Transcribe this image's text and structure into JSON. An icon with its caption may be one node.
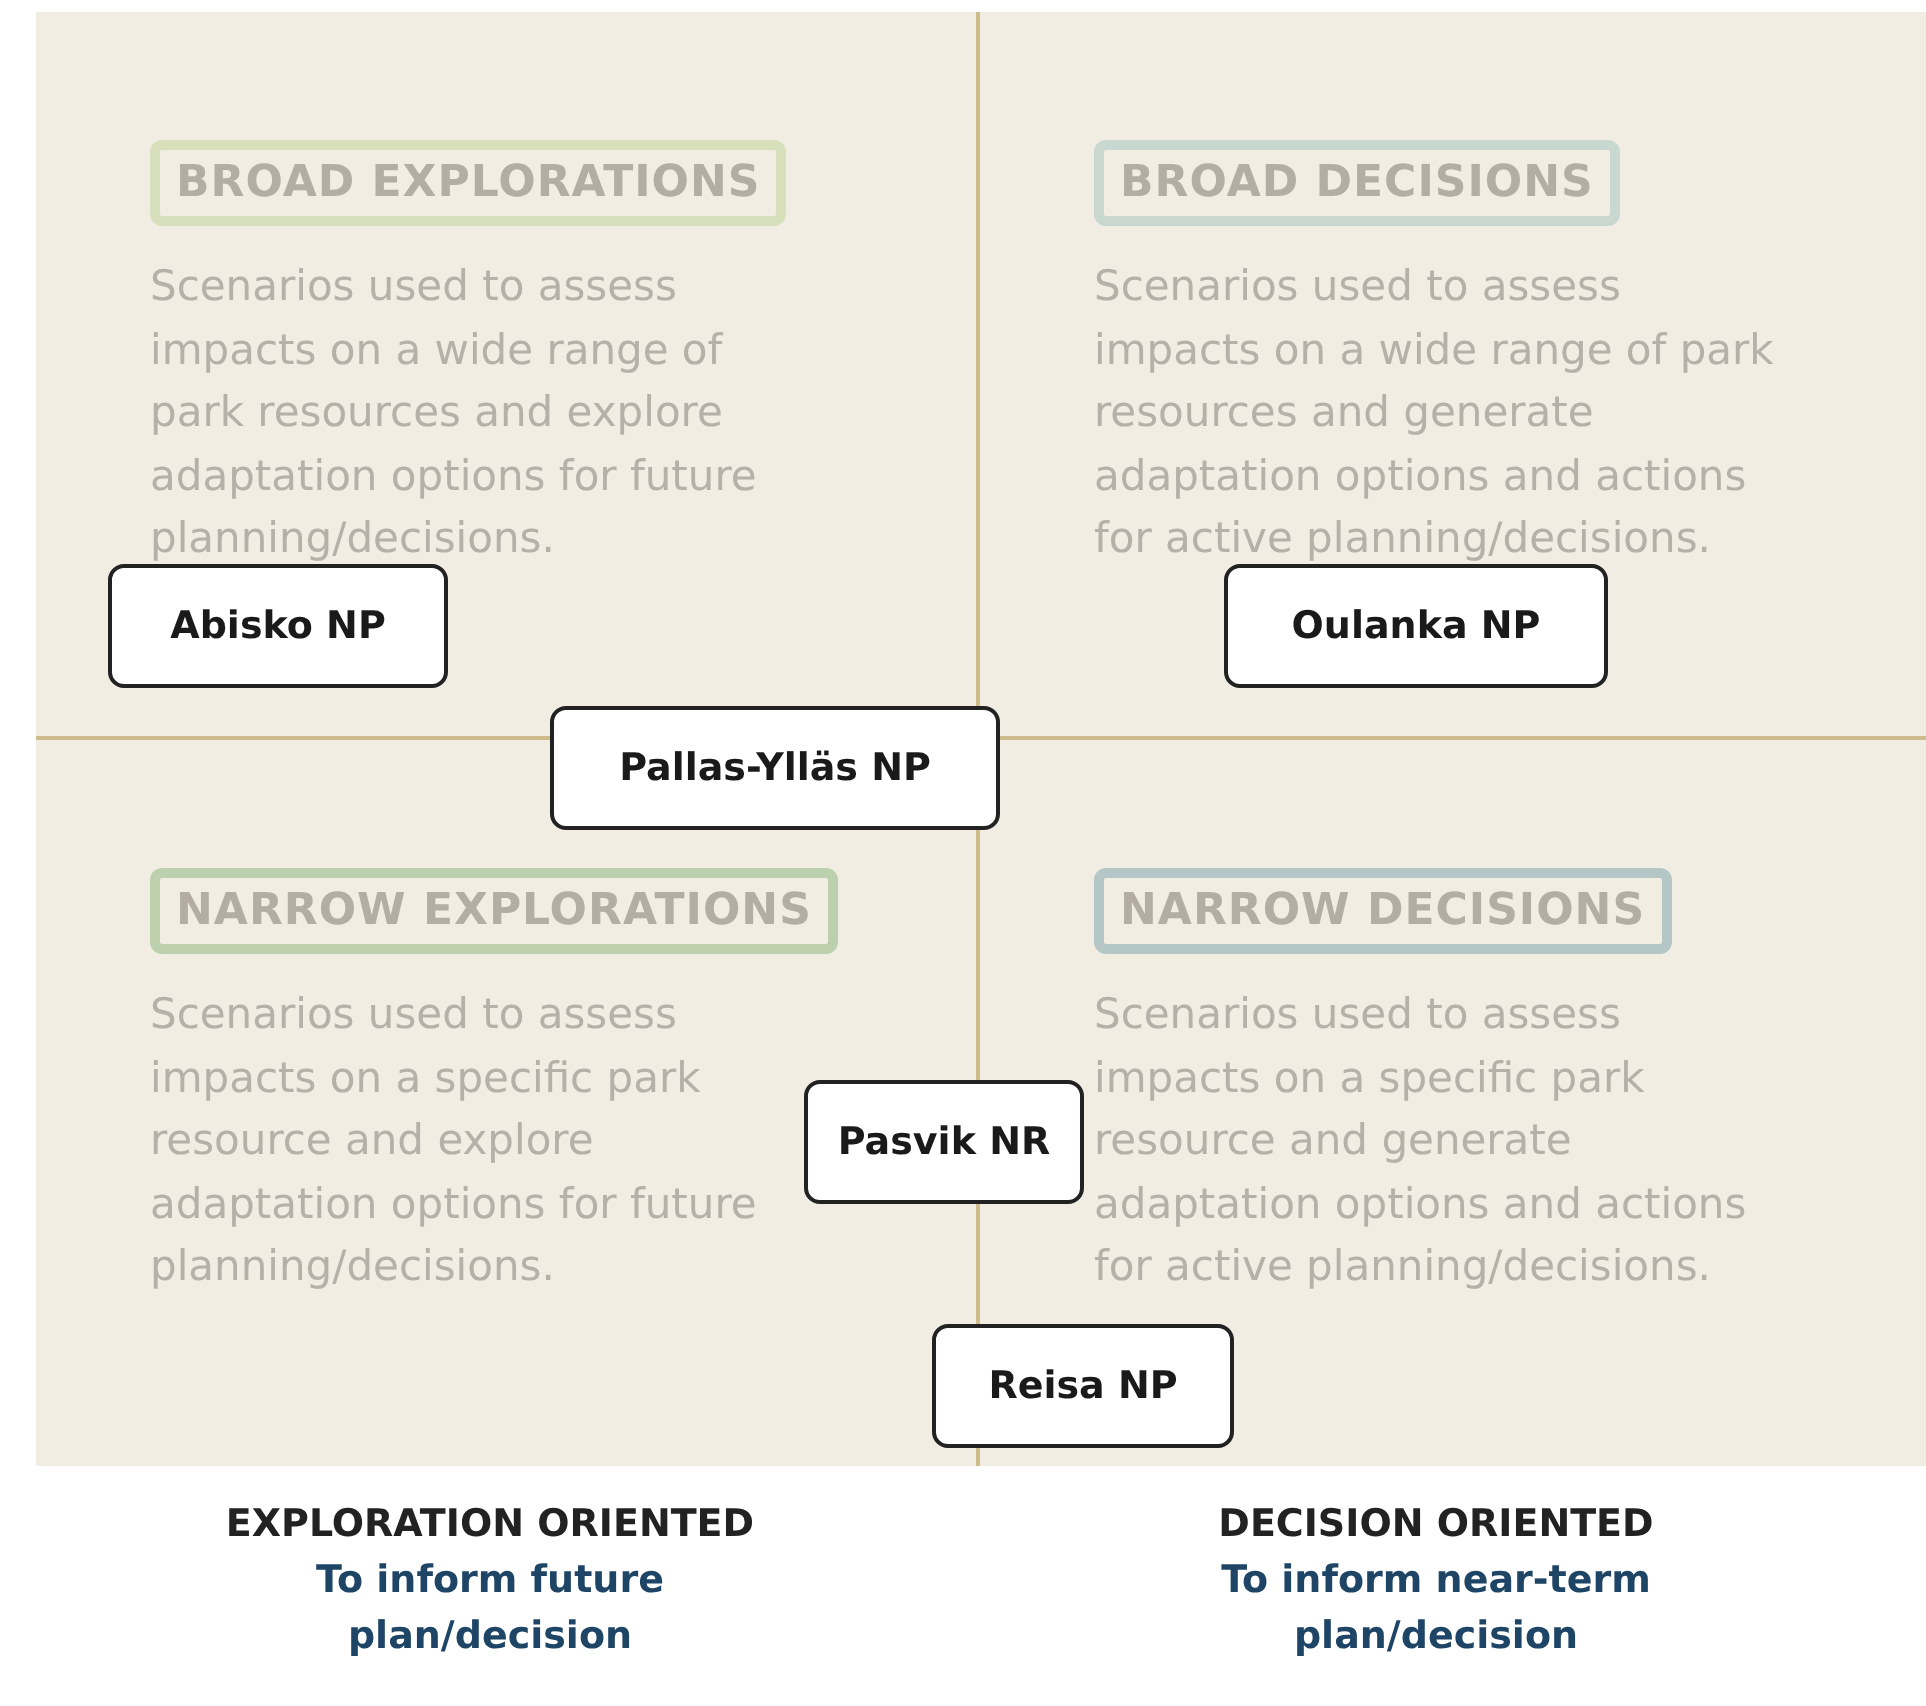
{
  "diagram": {
    "nodes": [
      {
        "text": [
          "BROAD EXPLORATIONS",
          "Scenarios used to assess impacts on a wide range of park resources and explore adaptation options for future planning/decisions."
        ]
      },
      {
        "text": [
          "BROAD DECISIONS",
          "Scenarios used to assess impacts on a wide range of park resources and generate adaptation options and actions for active planning/decisions."
        ]
      },
      {
        "text": [
          "NARROW EXPLORATIONS",
          "Scenarios used to assess impacts on a specific park resource and explore adaptation options for future planning/decisions."
        ]
      },
      {
        "text": [
          "NARROW DECISIONS",
          "Scenarios used to assess impacts on a specific park resource and generate adaptation options and actions for active planning/decisions."
        ]
      },
      {
        "text": [
          "Abisko NP"
        ],
        "in": 0
      },
      {
        "text": [
          "Oulanka NP"
        ],
        "in": 1
      },
      {
        "text": [
          "Pallas-Ylläs NP"
        ]
      },
      {
        "text": [
          "Pasvik NR"
        ]
      },
      {
        "text": [
          "Reisa NP"
        ]
      }
    ],
    "edges": [],
    "labels": [
      "EXPLORATION ORIENTED",
      "To inform future plan/decision",
      "DECISION ORIENTED",
      "To inform near-term plan/decision"
    ]
  }
}
